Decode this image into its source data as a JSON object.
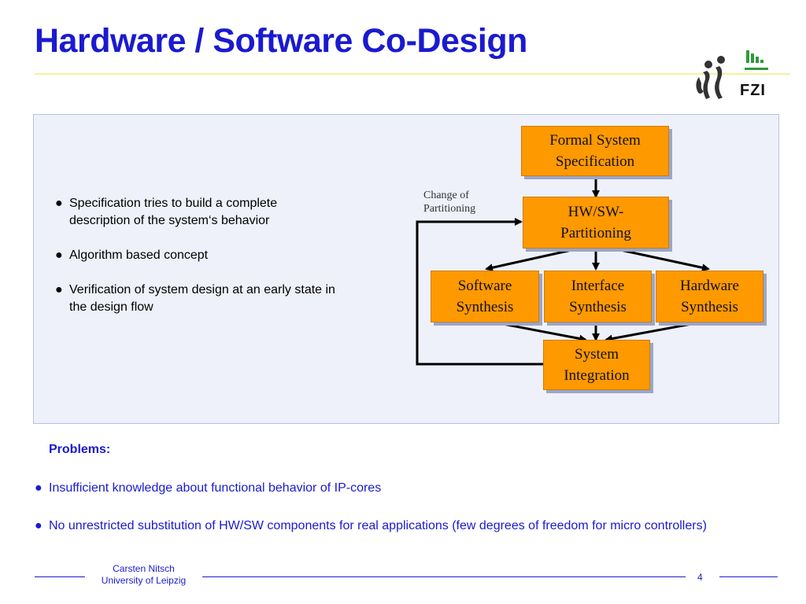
{
  "slide": {
    "title": "Hardware / Software Co-Design",
    "logo_text": "FZI"
  },
  "bullets": [
    {
      "text": "Specification tries to build a complete description of the system‘s behavior"
    },
    {
      "text": "Algorithm based concept"
    },
    {
      "text": "Verification of system design at an early state in the design flow"
    }
  ],
  "diagram": {
    "boxes": {
      "formal_spec": "Formal System\nSpecification",
      "partitioning": "HW/SW-\nPartitioning",
      "software": "Software\nSynthesis",
      "interface": "Interface\nSynthesis",
      "hardware": "Hardware\nSynthesis",
      "integration": "System\nIntegration"
    },
    "feedback_label": "Change of\nPartitioning",
    "box_color": "#ff9900"
  },
  "problems": {
    "heading": "Problems:",
    "items": [
      {
        "text": "Insufficient knowledge about functional behavior of IP-cores"
      },
      {
        "text": "No unrestricted substitution of HW/SW components for real applications (few degrees of freedom for micro controllers)"
      }
    ]
  },
  "footer": {
    "author": "Carsten Nitsch",
    "affiliation": "University of Leipzig",
    "page": "4"
  },
  "colors": {
    "accent": "#1a1ad0",
    "panel_bg": "#eef1fa",
    "rule": "#f6f0a0"
  }
}
